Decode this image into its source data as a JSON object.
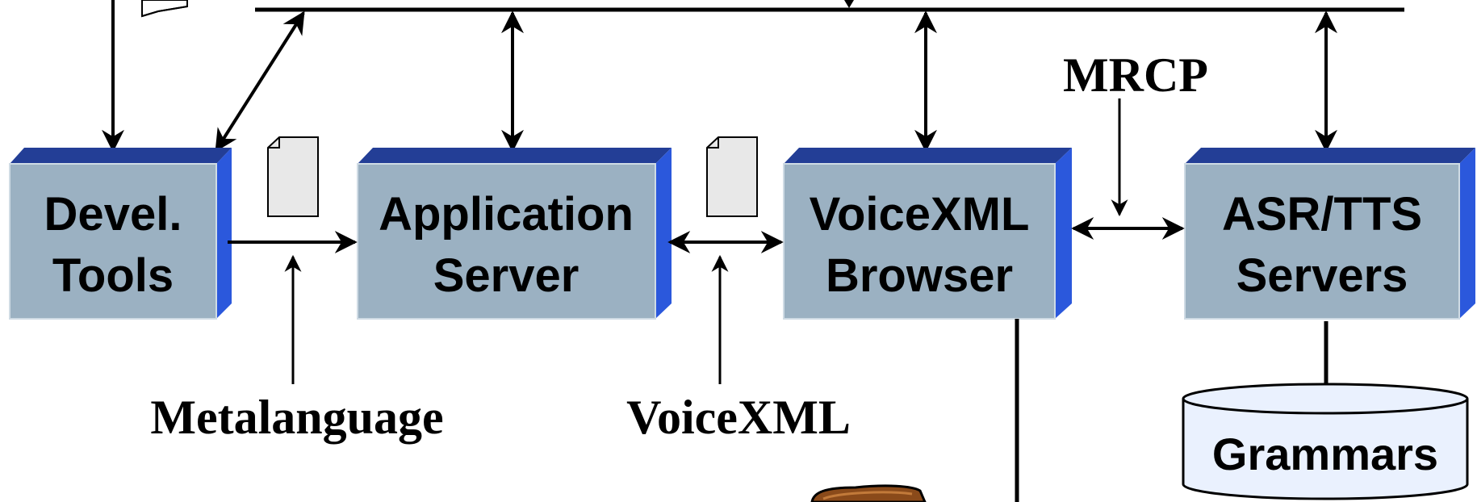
{
  "colors": {
    "box_front": "#9bb1c2",
    "box_top": "#233e96",
    "box_side": "#2b58dc",
    "doc_fill": "#e8e8e8",
    "cylinder_fill": "#eaf1fe",
    "line": "#000000",
    "phone_brown": "#8a4a1a"
  },
  "boxes": [
    {
      "id": "devel-tools",
      "line1": "Devel.",
      "line2": "Tools"
    },
    {
      "id": "application-server",
      "line1": "Application",
      "line2": "Server"
    },
    {
      "id": "voicexml-browser",
      "line1": "VoiceXML",
      "line2": "Browser"
    },
    {
      "id": "asr-tts-servers",
      "line1": "ASR/TTS",
      "line2": "Servers"
    }
  ],
  "labels": {
    "metalanguage": "Metalanguage",
    "voicexml": "VoiceXML",
    "mrcp": "MRCP"
  },
  "database": {
    "label": "Grammars"
  },
  "icons": [
    "document-icon",
    "document-icon",
    "telephone-icon",
    "document-icon"
  ]
}
